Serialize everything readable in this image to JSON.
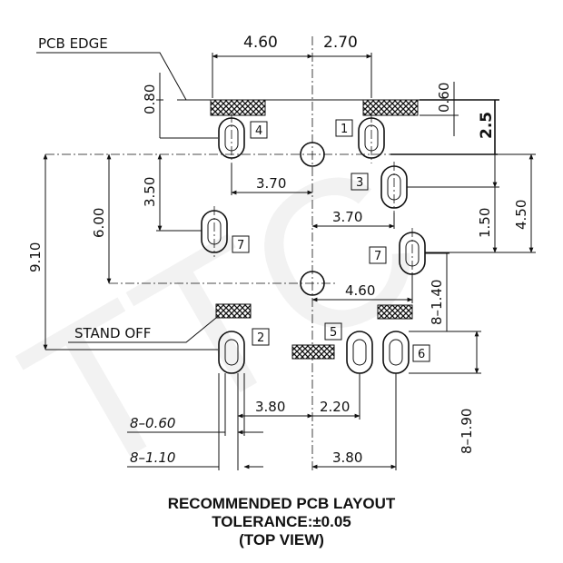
{
  "labels": {
    "pcb_edge": "PCB EDGE",
    "stand_off": "STAND OFF"
  },
  "title": {
    "line1": "RECOMMENDED PCB LAYOUT",
    "line2": "TOLERANCE:±0.05",
    "line3": "(TOP VIEW)"
  },
  "watermark": "TTC",
  "dimensions": {
    "d_4_60_top": "4.60",
    "d_2_70_top": "2.70",
    "d_0_80": "0.80",
    "d_0_60": "0.60",
    "d_2_5": "2.5",
    "d_3_70_left": "3.70",
    "d_3_70_right": "3.70",
    "d_3_50": "3.50",
    "d_6_00": "6.00",
    "d_9_10": "9.10",
    "d_1_50": "1.50",
    "d_4_50": "4.50",
    "d_4_60_mid": "4.60",
    "d_8_1_40": "8–1.40",
    "d_3_80_left": "3.80",
    "d_2_20": "2.20",
    "d_8_0_60": "8–0.60",
    "d_8_1_10": "8–1.10",
    "d_3_80_bottom": "3.80",
    "d_8_1_90": "8–1.90"
  },
  "pins": {
    "p1": "1",
    "p2": "2",
    "p3": "3",
    "p4": "4",
    "p5": "5",
    "p6": "6",
    "p7_left": "7",
    "p7_right": "7"
  }
}
